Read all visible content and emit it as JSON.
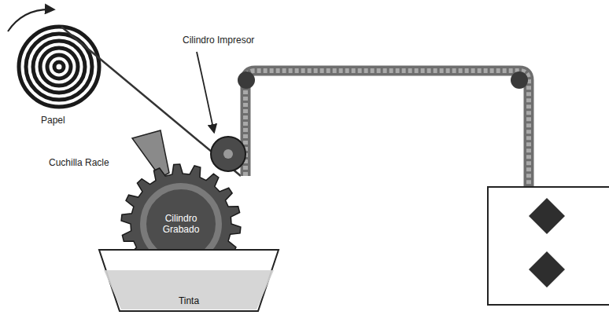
{
  "diagram": {
    "nodes": [
      {
        "text": [
          "Cilindro Grabado"
        ]
      },
      {
        "text": [
          "Tinta"
        ]
      }
    ],
    "labels": [
      "Papel",
      "Cilindro Impresor",
      "Cuchilla Racle"
    ]
  }
}
